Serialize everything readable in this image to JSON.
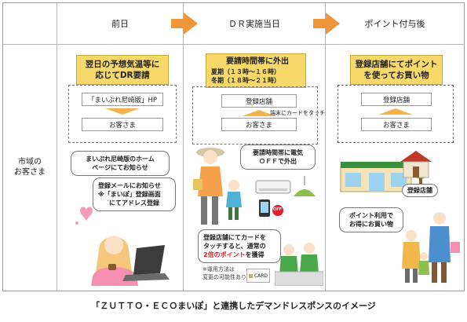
{
  "headers": {
    "col1": "前日",
    "col2": "ＤＲ実施当日",
    "col3": "ポイント付与後"
  },
  "row_label": [
    "市域の",
    "お客さま"
  ],
  "col1": {
    "title": [
      "翌日の予想気温等に",
      "応じてDR要請"
    ],
    "box_top": "「まいぷれ尼崎版」HP",
    "box_bottom": "お客さま",
    "bubble1": [
      "まいぷれ尼崎版のホーム",
      "ページにてお知らせ"
    ],
    "bubble2": [
      "登録メールにお知らせ",
      "※「まいぽ」登録画面",
      "にてアドレス登録"
    ]
  },
  "col2": {
    "title_main": "要請時間帯に外出",
    "title_sub1": "夏期（１３時～１６時）",
    "title_sub2": "冬期（１８時～２１時）",
    "box_top": "登録店舗",
    "box_bottom": "お客さま",
    "touch": "端末にカードをタッチ",
    "bubble1": [
      "要請時間帯に電気",
      "ＯＦＦで外出"
    ],
    "bubble2_a": [
      "登録店舗にてカードを",
      "タッチすると、通常の"
    ],
    "bubble2_red": "2倍のポイント",
    "bubble2_b": "を獲得",
    "note": [
      "※運用方法は",
      "変更の可能性あり"
    ],
    "off_label": "OFF",
    "card_label": "CARD"
  },
  "col3": {
    "title": [
      "登録店舗にてポイント",
      "を使ってお買い物"
    ],
    "box_top": "登録店舗",
    "box_bottom": "お客さま",
    "store_label": "登録店舗",
    "bubble": [
      "ポイント利用で",
      "お得にお買い物"
    ]
  },
  "caption": "「ＺＵＴＴＯ・ＥＣＯまいぽ」と連携したデマンドレスポンスのイメージ",
  "colors": {
    "accent_orange": "#f0963a",
    "title_yellow": "#f7d96b",
    "arrow_light": "#f4b24c",
    "point_red": "#e0202a"
  }
}
